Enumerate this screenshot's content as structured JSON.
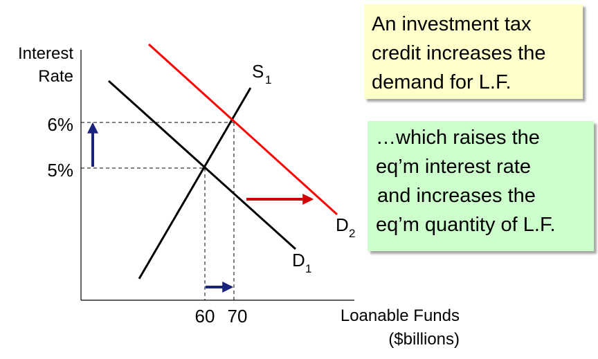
{
  "chart_data": {
    "type": "line",
    "ylabel_lines": [
      "Interest",
      "Rate"
    ],
    "xlabel_lines": [
      "Loanable Funds",
      "($billions)"
    ],
    "y_ticks": [
      {
        "label": "6%",
        "value": 6
      },
      {
        "label": "5%",
        "value": 5
      }
    ],
    "x_ticks": [
      {
        "label": "60",
        "value": 60
      },
      {
        "label": "70",
        "value": 70
      }
    ],
    "series": [
      {
        "name": "S",
        "sub": "1",
        "color": "#000000",
        "kind": "supply"
      },
      {
        "name": "D",
        "sub": "1",
        "color": "#000000",
        "kind": "demand"
      },
      {
        "name": "D",
        "sub": "2",
        "color": "#ff0000",
        "kind": "demand"
      }
    ],
    "equilibria": [
      {
        "series": "D1",
        "x": 60,
        "y": 5
      },
      {
        "series": "D2",
        "x": 70,
        "y": 6
      }
    ],
    "shift_arrows": [
      {
        "name": "rate-up-arrow",
        "direction": "up",
        "color": "#1a237e"
      },
      {
        "name": "quantity-right-arrow",
        "direction": "right",
        "color": "#1a237e"
      },
      {
        "name": "demand-shift-arrow",
        "direction": "right",
        "color": "#cc0000"
      }
    ]
  },
  "callouts": [
    {
      "lines": [
        "An investment tax",
        "credit increases the",
        "demand for L.F."
      ],
      "background": "#ffffcc"
    },
    {
      "lines": [
        "…which raises the",
        "eq’m interest rate",
        "and increases the",
        "eq’m quantity of L.F."
      ],
      "background": "#ccffcc"
    }
  ]
}
